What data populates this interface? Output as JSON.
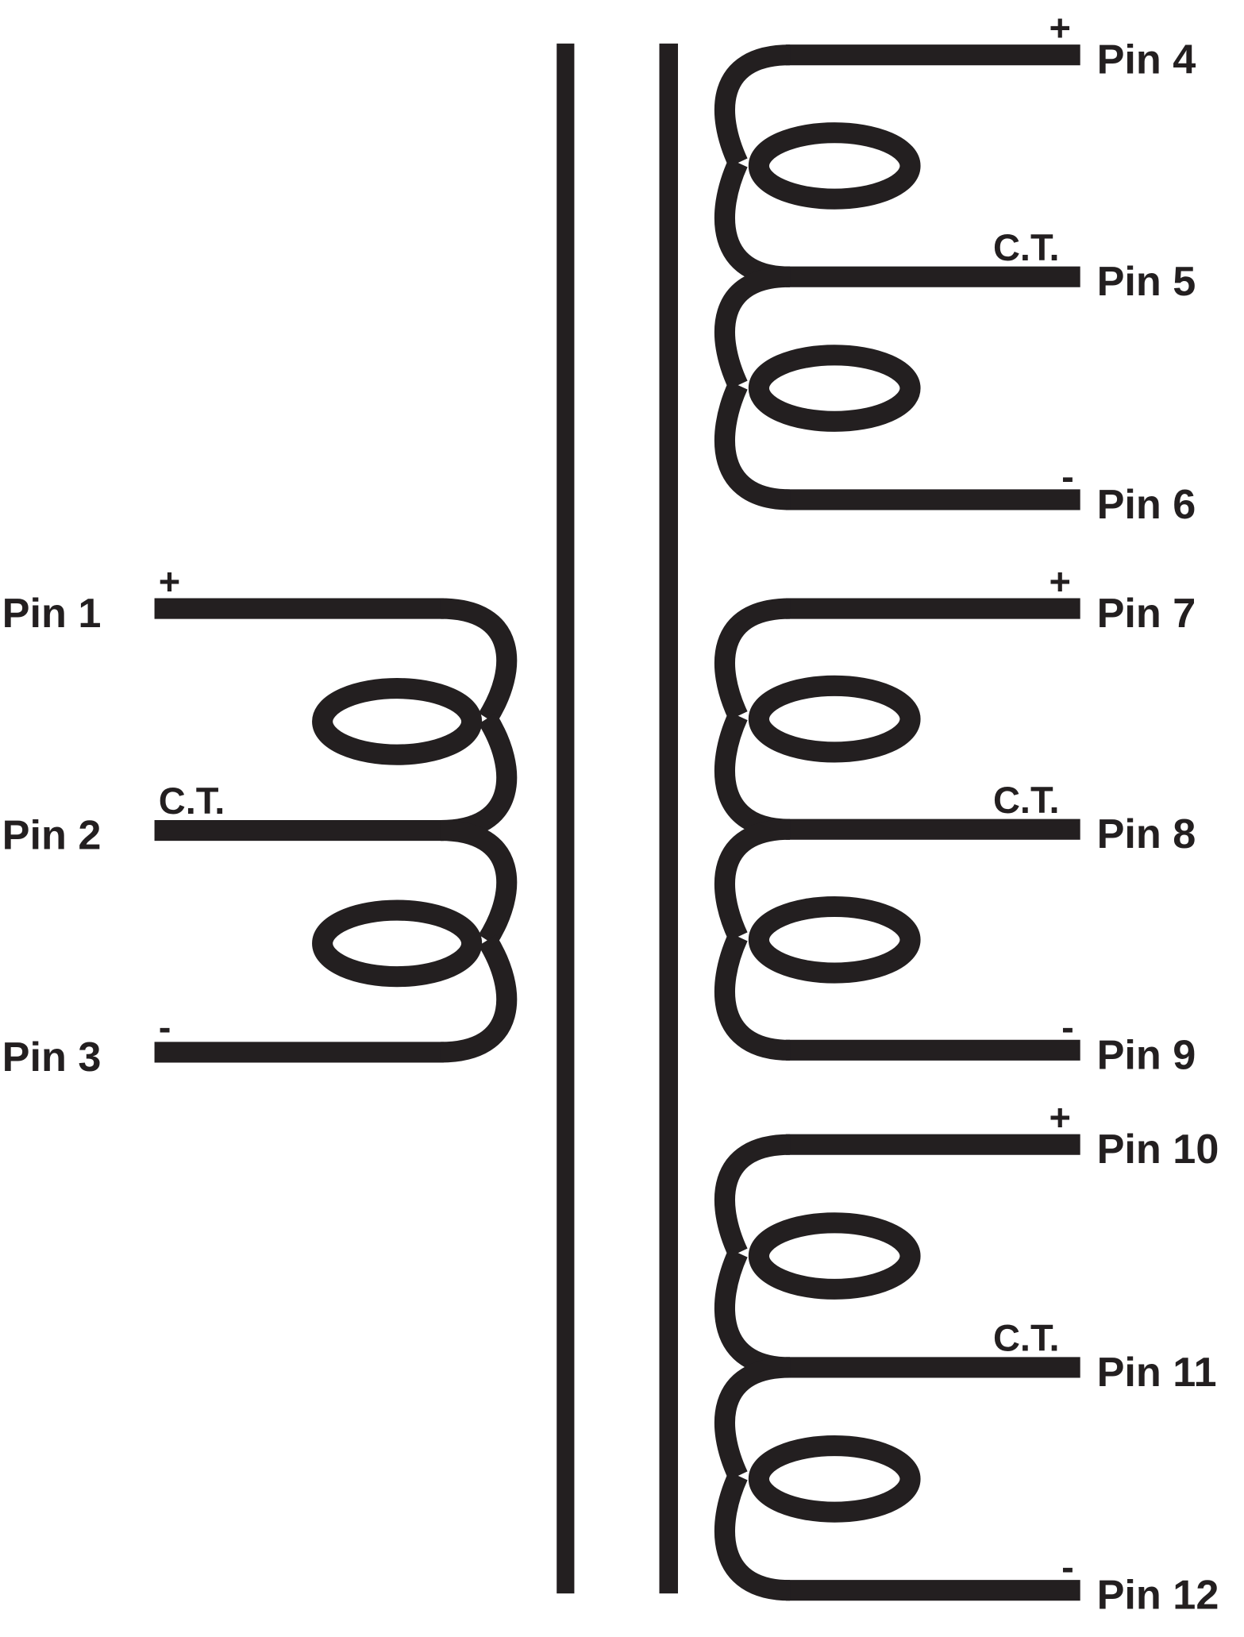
{
  "primary": {
    "pins": [
      "Pin 1",
      "Pin 2",
      "Pin 3"
    ],
    "markers": [
      "+",
      "C.T.",
      "-"
    ]
  },
  "secondaries": [
    {
      "pins": [
        "Pin 4",
        "Pin 5",
        "Pin 6"
      ],
      "markers": [
        "+",
        "C.T.",
        "-"
      ]
    },
    {
      "pins": [
        "Pin 7",
        "Pin 8",
        "Pin 9"
      ],
      "markers": [
        "+",
        "C.T.",
        "-"
      ]
    },
    {
      "pins": [
        "Pin 10",
        "Pin 11",
        "Pin 12"
      ],
      "markers": [
        "+",
        "C.T.",
        "-"
      ]
    }
  ],
  "colors": {
    "ink": "#231f20",
    "background": "#ffffff"
  }
}
